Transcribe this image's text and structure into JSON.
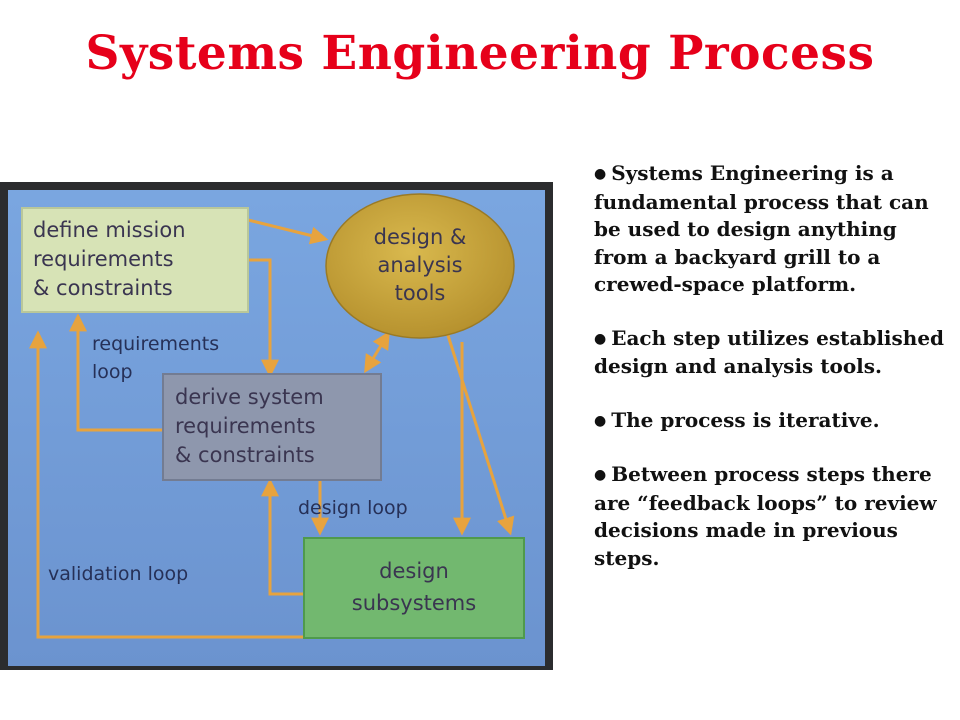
{
  "title": "Systems Engineering Process",
  "diagram": {
    "nodes": {
      "define_mission": [
        "define mission",
        "requirements",
        "& constraints"
      ],
      "tools": [
        "design &",
        "analysis",
        "tools"
      ],
      "derive_system": [
        "derive system",
        "requirements",
        "& constraints"
      ],
      "design_subsystems": [
        "design",
        "subsystems"
      ]
    },
    "loops": {
      "requirements": [
        "requirements",
        "loop"
      ],
      "design": "design loop",
      "validation": "validation loop"
    },
    "colors": {
      "background": "#6f9bd6",
      "define_box": "#d7e3b6",
      "derive_box": "#8e97ad",
      "design_box": "#72b86f",
      "tools_ellipse": "#c9a840",
      "arrow": "#e7a33e"
    }
  },
  "bullets": [
    "Systems Engineering is a fundamental process that can be used to design anything from a backyard grill to a crewed-space platform.",
    "Each step utilizes established design and analysis tools.",
    "The process is iterative.",
    "Between process steps there are “feedback loops” to review decisions made in previous steps."
  ]
}
